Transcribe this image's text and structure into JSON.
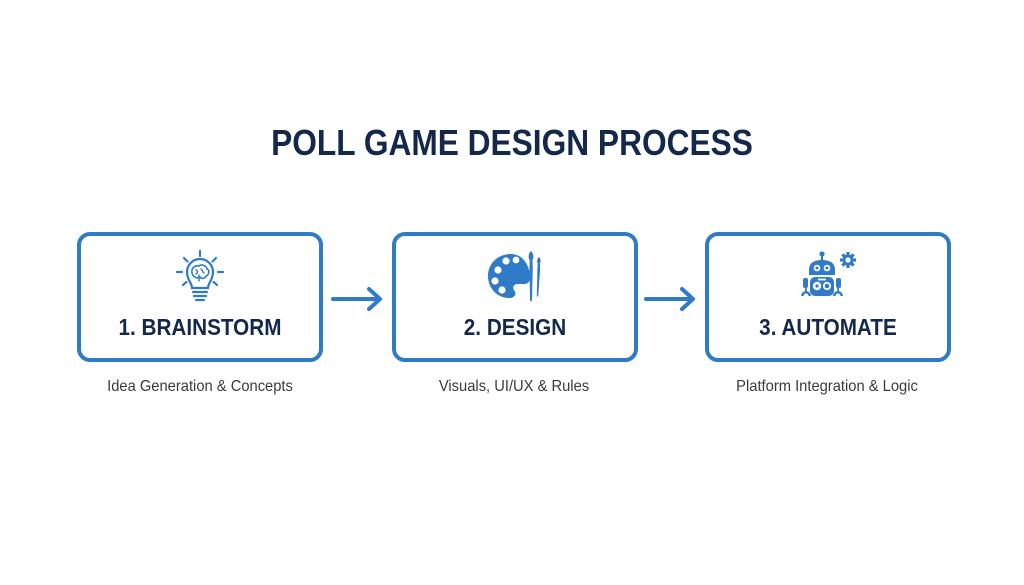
{
  "title": "POLL GAME DESIGN PROCESS",
  "colors": {
    "accent": "#2f7bc8",
    "title": "#14284b",
    "caption": "#3a3a3a",
    "background": "#ffffff"
  },
  "steps": [
    {
      "label": "1. BRAINSTORM",
      "icon": "lightbulb-brain-icon",
      "caption": "Idea Generation & Concepts"
    },
    {
      "label": "2. DESIGN",
      "icon": "palette-brushes-icon",
      "caption": "Visuals, UI/UX & Rules"
    },
    {
      "label": "3. AUTOMATE",
      "icon": "robot-gear-icon",
      "caption": "Platform Integration & Logic"
    }
  ],
  "connectors": [
    {
      "icon": "arrow-right-icon",
      "from": 1,
      "to": 2
    },
    {
      "icon": "arrow-right-icon",
      "from": 2,
      "to": 3
    }
  ]
}
